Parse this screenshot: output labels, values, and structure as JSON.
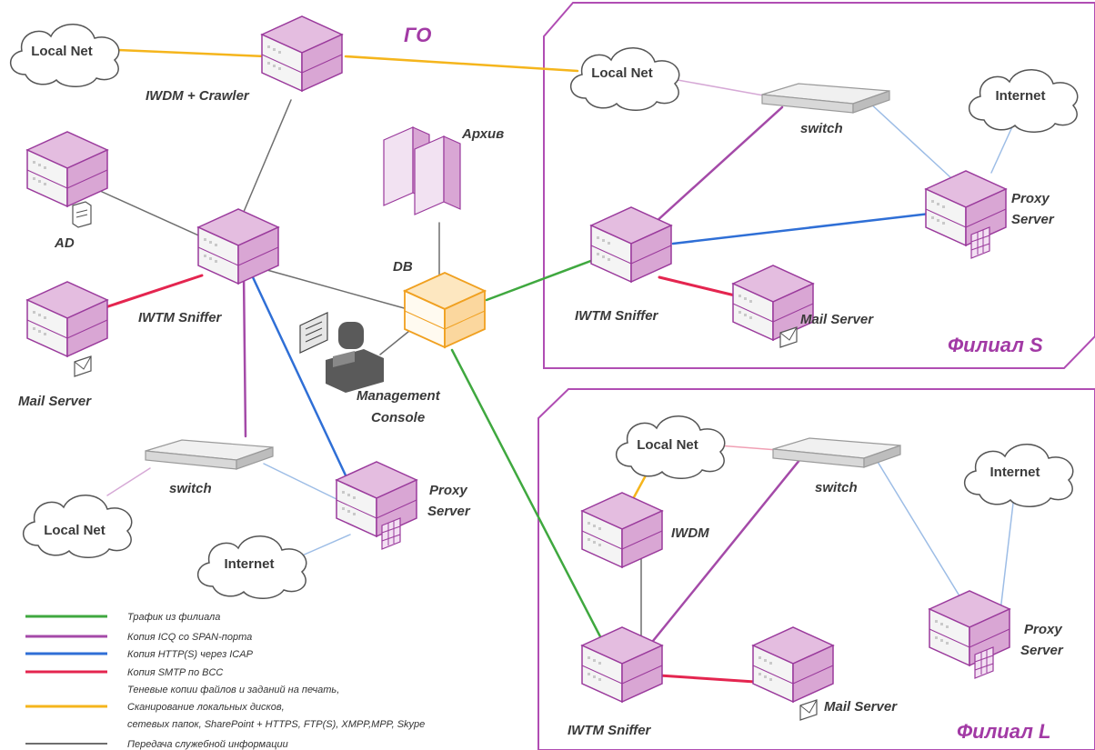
{
  "regions": {
    "go": "ГО",
    "branch_s": "Филиал S",
    "branch_l": "Филиал L"
  },
  "nodes": {
    "hq_localnet_top": "Local Net",
    "iwdm_crawler": "IWDM + Crawler",
    "ad": "AD",
    "archive": "Архив",
    "hq_sniffer": "IWTM Sniffer",
    "db": "DB",
    "hq_mail": "Mail Server",
    "mgmt_console_1": "Management",
    "mgmt_console_2": "Console",
    "hq_switch": "switch",
    "hq_proxy_1": "Proxy",
    "hq_proxy_2": "Server",
    "hq_localnet_bottom": "Local Net",
    "hq_internet": "Internet",
    "s_localnet": "Local Net",
    "s_switch": "switch",
    "s_internet": "Internet",
    "s_proxy_1": "Proxy",
    "s_proxy_2": "Server",
    "s_sniffer": "IWTM Sniffer",
    "s_mail": "Mail Server",
    "l_localnet": "Local Net",
    "l_switch": "switch",
    "l_internet": "Internet",
    "l_iwdm": "IWDM",
    "l_proxy_1": "Proxy",
    "l_proxy_2": "Server",
    "l_sniffer": "IWTM Sniffer",
    "l_mail": "Mail Server"
  },
  "legend": {
    "green": "Трафик из филиала",
    "purple": "Копия ICQ со SPAN-порта",
    "blue": "Копия HTTP(S) через ICAP",
    "red": "Копия SMTP по BCC",
    "yellow_1": "Теневые копии файлов и заданий на печать,",
    "yellow_2": "Сканирование локальных дисков,",
    "yellow_3": "сетевых папок, SharePoint + HTTPS, FTP(S), XMPP,MPP, Skype",
    "gray": "Передача служебной информации"
  },
  "colors": {
    "green": "#3fa83f",
    "purple": "#a44aa8",
    "blue": "#2f6fd6",
    "red": "#e4254f",
    "yellow": "#f5b51c",
    "gray": "#6e6e6e",
    "lightblue": "#9dbde6",
    "lightpink": "#d6a9d6",
    "server_fill": "#d9a6d4",
    "server_stroke": "#9a3a9c",
    "db_fill": "#fbd79e",
    "db_stroke": "#f0a020",
    "region_border": "#b04db3"
  },
  "icons": [
    "server-icon",
    "cloud-icon",
    "switch-icon",
    "document-icon",
    "envelope-icon",
    "firewall-icon",
    "archive-icon",
    "console-icon"
  ]
}
